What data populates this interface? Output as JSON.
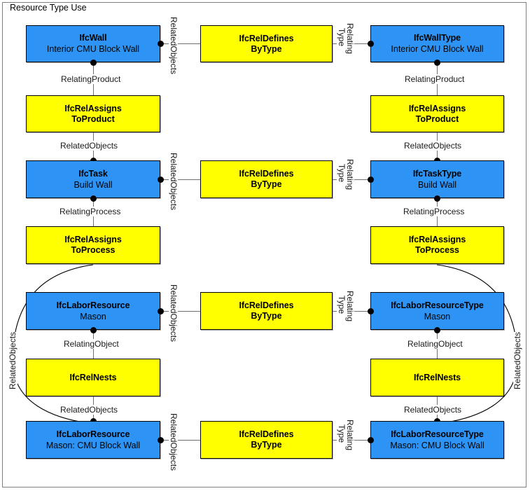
{
  "diagram": {
    "title": "Resource Type Use",
    "colors": {
      "entity_fill": "#2d94f5",
      "relationship_fill": "#ffff00",
      "border": "#000000",
      "connector": "#707070",
      "frame": "#808080"
    }
  },
  "nodes": {
    "wall": {
      "name": "IfcWall",
      "sub": "Interior CMU Block Wall"
    },
    "rel_defines_1": {
      "name": "IfcRelDefines",
      "name2": "ByType"
    },
    "wall_type": {
      "name": "IfcWallType",
      "sub": "Interior CMU Block Wall"
    },
    "assigns_prod_l": {
      "name": "IfcRelAssigns",
      "name2": "ToProduct"
    },
    "assigns_prod_r": {
      "name": "IfcRelAssigns",
      "name2": "ToProduct"
    },
    "task": {
      "name": "IfcTask",
      "sub": "Build Wall"
    },
    "rel_defines_2": {
      "name": "IfcRelDefines",
      "name2": "ByType"
    },
    "task_type": {
      "name": "IfcTaskType",
      "sub": "Build Wall"
    },
    "assigns_proc_l": {
      "name": "IfcRelAssigns",
      "name2": "ToProcess"
    },
    "assigns_proc_r": {
      "name": "IfcRelAssigns",
      "name2": "ToProcess"
    },
    "labor": {
      "name": "IfcLaborResource",
      "sub": "Mason"
    },
    "rel_defines_3": {
      "name": "IfcRelDefines",
      "name2": "ByType"
    },
    "labor_type": {
      "name": "IfcLaborResourceType",
      "sub": "Mason"
    },
    "nests_l": {
      "name": "IfcRelNests"
    },
    "nests_r": {
      "name": "IfcRelNests"
    },
    "labor2": {
      "name": "IfcLaborResource",
      "sub": "Mason: CMU Block Wall"
    },
    "rel_defines_4": {
      "name": "IfcRelDefines",
      "name2": "ByType"
    },
    "labor_type2": {
      "name": "IfcLaborResourceType",
      "sub": "Mason: CMU Block Wall"
    }
  },
  "edge_labels": {
    "related_objects": "RelatedObjects",
    "relating_type_1": "Relating",
    "relating_type_2": "Type",
    "relating_product": "RelatingProduct",
    "relating_process": "RelatingProcess",
    "relating_object": "RelatingObject"
  }
}
